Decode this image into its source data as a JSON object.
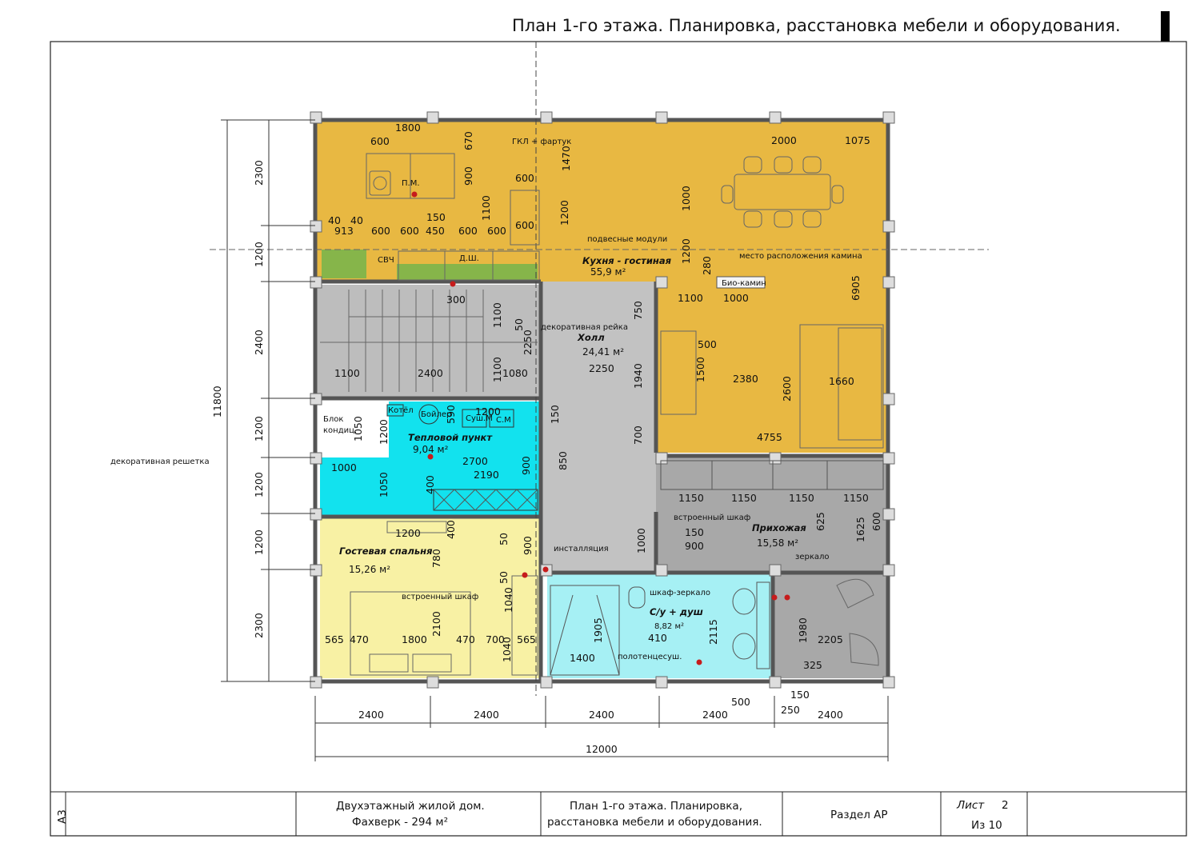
{
  "sheet_title": "План 1-го этажа. Планировка, расстановка мебели и оборудования.",
  "rooms": {
    "kitchen": {
      "name": "Кухня - гостиная",
      "area": "55,9 м²"
    },
    "hall": {
      "name": "Холл",
      "area": "24,41 м²"
    },
    "boiler": {
      "name": "Тепловой пункт",
      "area": "9,04 м²"
    },
    "guest": {
      "name": "Гостевая спальня",
      "area": "15,26 м²"
    },
    "bath": {
      "name": "С/у + душ",
      "area": "8,82 м²"
    },
    "entry": {
      "name": "Прихожая",
      "area": "15,58 м²"
    }
  },
  "labels": {
    "gkl": "ГКЛ + фартук",
    "hanging": "подвесные модули",
    "fireplace_place": "место расположения камина",
    "biofire": "Био-камин",
    "rail": "декоративная рейка",
    "block1": "Блок",
    "block2": "кондиц.",
    "grille": "декоративная решетка",
    "builtin1": "встроенный шкаф",
    "builtin2": "встроенный шкаф",
    "install": "инсталляция",
    "mirror_cab": "шкаф-зеркало",
    "towel": "полотенцесуш.",
    "mirror": "зеркало",
    "pm": "П.М.",
    "svch": "СВЧ",
    "psh": "Д.Ш.",
    "boiler_eq": "Бойлер",
    "kotel": "Котёл",
    "sush": "Суш.М",
    "sm": "С.М"
  },
  "dims": {
    "k1800": "1800",
    "k600a": "600",
    "k670": "670",
    "k900": "900",
    "k1470": "1470",
    "k600b": "600",
    "k1100": "1100",
    "k1200": "1200",
    "k600c": "600",
    "k40a": "40",
    "k40b": "40",
    "k913": "913",
    "k600d": "600",
    "k600e": "600",
    "k150": "150",
    "k450": "450",
    "k600f": "600",
    "k600g": "600",
    "d2000": "2000",
    "d1075": "1075",
    "d1000": "1000",
    "d1200b": "1200",
    "d280": "280",
    "d1100b": "1100",
    "d1000b": "1000",
    "d6905": "6905",
    "s300": "300",
    "s1100": "1100",
    "s50": "50",
    "s2250": "2250",
    "s1100b": "1100",
    "s2400": "2400",
    "s1100c": "1100",
    "s1080": "1080",
    "h750": "750",
    "h2250": "2250",
    "h1940": "1940",
    "h700": "700",
    "l500": "500",
    "l1500": "1500",
    "l2380": "2380",
    "l2600": "2600",
    "l1660": "1660",
    "l4755": "4755",
    "b1050": "1050",
    "b1200": "1200",
    "b590": "590",
    "b1200b": "1200",
    "b150": "150",
    "b2700": "2700",
    "b900": "900",
    "b850": "850",
    "b2190": "2190",
    "b1000": "1000",
    "b1050b": "1050",
    "b400": "400",
    "g1200": "1200",
    "g400": "400",
    "g780": "780",
    "g50": "50",
    "g900": "900",
    "g50b": "50",
    "g1040": "1040",
    "g2100": "2100",
    "g1040b": "1040",
    "g565": "565",
    "g470": "470",
    "g1800": "1800",
    "g470b": "470",
    "g700": "700",
    "g565b": "565",
    "p1150a": "1150",
    "p1150b": "1150",
    "p1150c": "1150",
    "p1150d": "1150",
    "p625": "625",
    "p1625": "1625",
    "p600": "600",
    "p150": "150",
    "p900": "900",
    "i1000": "1000",
    "c1905": "1905",
    "c410": "410",
    "c2115": "2115",
    "c1400": "1400",
    "c1980": "1980",
    "c2205": "2205",
    "c325": "325",
    "c150": "150",
    "c500": "500",
    "c250": "250",
    "left2300a": "2300",
    "left1200a": "1200",
    "left2400": "2400",
    "left1200b": "1200",
    "left1200c": "1200",
    "left1200d": "1200",
    "left2300b": "2300",
    "left11800": "11800",
    "bot2400a": "2400",
    "bot2400b": "2400",
    "bot2400c": "2400",
    "bot2400d": "2400",
    "bot2400e": "2400",
    "bot12000": "12000"
  },
  "stamp": {
    "format": "А3",
    "project1": "Двухэтажный жилой дом.",
    "project2": "Фахверк - 294 м²",
    "sheet1": "План 1-го этажа. Планировка,",
    "sheet2": "расстановка мебели и оборудования.",
    "section": "Раздел АР",
    "sheet_label": "Лист",
    "sheet_no": "2",
    "of": "Из 10"
  },
  "colors": {
    "kitchen": "#e8b842",
    "hall": "#c2c2c2",
    "boiler": "#12e2ee",
    "guest": "#f8f1a4",
    "bath": "#a6f0f4",
    "entry": "#a8a8a8",
    "stairs": "#bdbdbd",
    "green": "#86b54a"
  }
}
